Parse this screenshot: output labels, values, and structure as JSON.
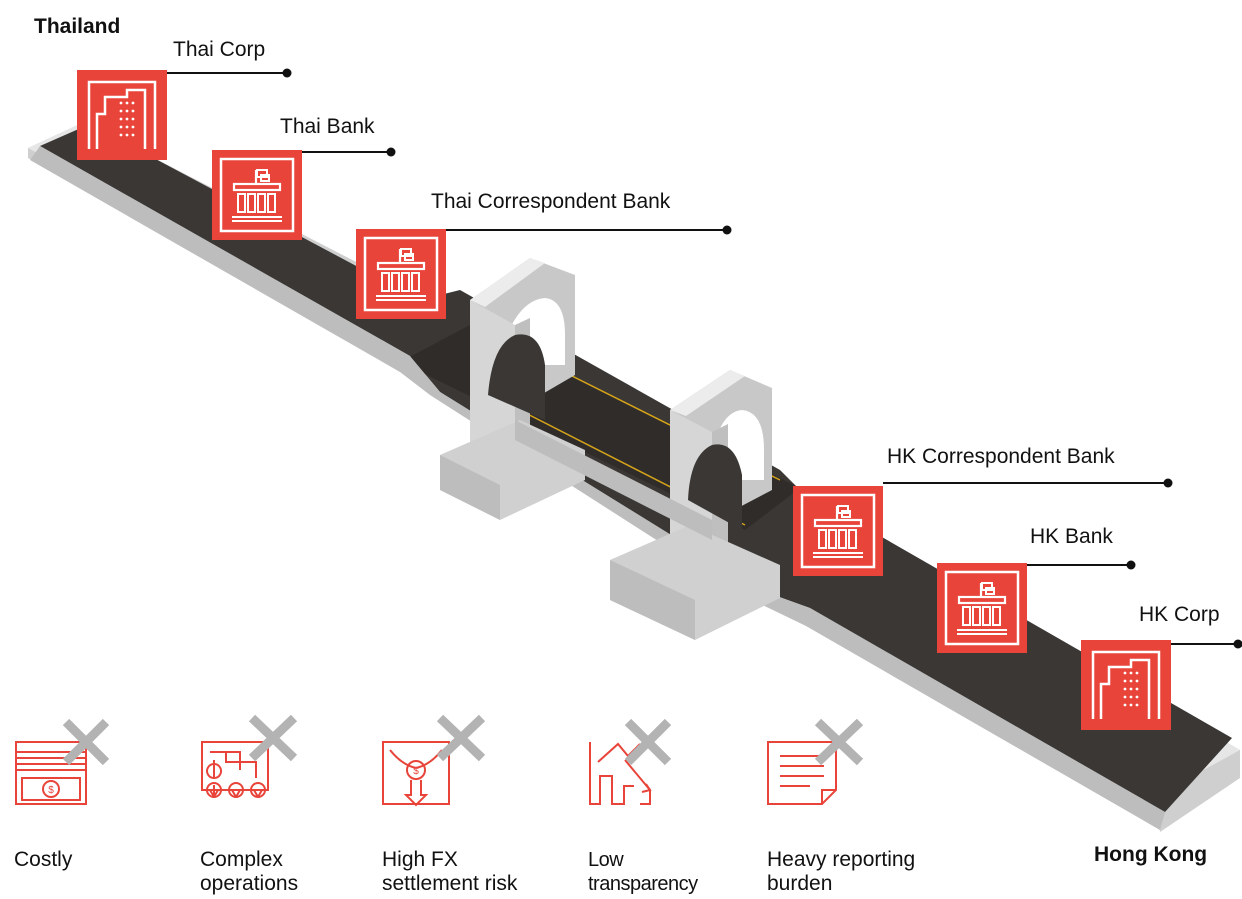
{
  "regions": {
    "origin": "Thailand",
    "destination": "Hong Kong"
  },
  "nodes": [
    {
      "label": "Thai Corp",
      "icon": "corporate-building-icon"
    },
    {
      "label": "Thai Bank",
      "icon": "bank-building-icon"
    },
    {
      "label": "Thai Correspondent Bank",
      "icon": "bank-building-icon"
    },
    {
      "label": "HK Correspondent Bank",
      "icon": "bank-building-icon"
    },
    {
      "label": "HK Bank",
      "icon": "bank-building-icon"
    },
    {
      "label": "HK Corp",
      "icon": "corporate-building-icon"
    }
  ],
  "issues": [
    {
      "line1": "Costly",
      "line2": "",
      "icon": "money-bill-icon"
    },
    {
      "line1": "Complex",
      "line2": "operations",
      "icon": "location-pins-icon"
    },
    {
      "line1": "High FX",
      "line2": "settlement risk",
      "icon": "fx-exchange-icon"
    },
    {
      "line1": "Low",
      "line2": "transparency",
      "icon": "broken-chart-icon"
    },
    {
      "line1": "Heavy reporting",
      "line2": "burden",
      "icon": "document-icon"
    }
  ],
  "colors": {
    "accent": "#e8443a",
    "road": "#3a3735",
    "bridge": "#d9d9d9",
    "cross": "#b3b3b3"
  }
}
